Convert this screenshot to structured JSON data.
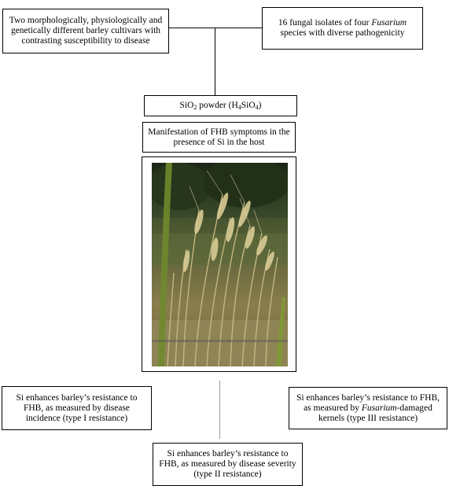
{
  "boxes": {
    "cultivars": "Two morphologically, physiologically and genetically different barley cultivars with contrasting susceptibility to disease",
    "isolates_pre": "16 fungal isolates of four ",
    "isolates_italic": "Fusarium",
    "isolates_post": " species with diverse pathogenicity",
    "sio2_pre": "SiO",
    "sio2_sub1": "2",
    "sio2_mid": " powder (H",
    "sio2_sub2": "4",
    "sio2_mid2": "SiO",
    "sio2_sub3": "4",
    "sio2_post": ")",
    "manifestation": "Manifestation of FHB symptoms in the presence of Si in the host",
    "type1": "Si enhances barley’s resistance to FHB, as measured by disease incidence (type I resistance)",
    "type3_pre": "Si enhances barley’s resistance to FHB, as measured by ",
    "type3_italic": "Fusarium",
    "type3_post": "-damaged kernels (type III resistance)",
    "type2": "Si enhances barley’s resistance to FHB, as measured by disease severity (type II resistance)"
  },
  "photo": {
    "subject": "barley-plants-photo"
  }
}
